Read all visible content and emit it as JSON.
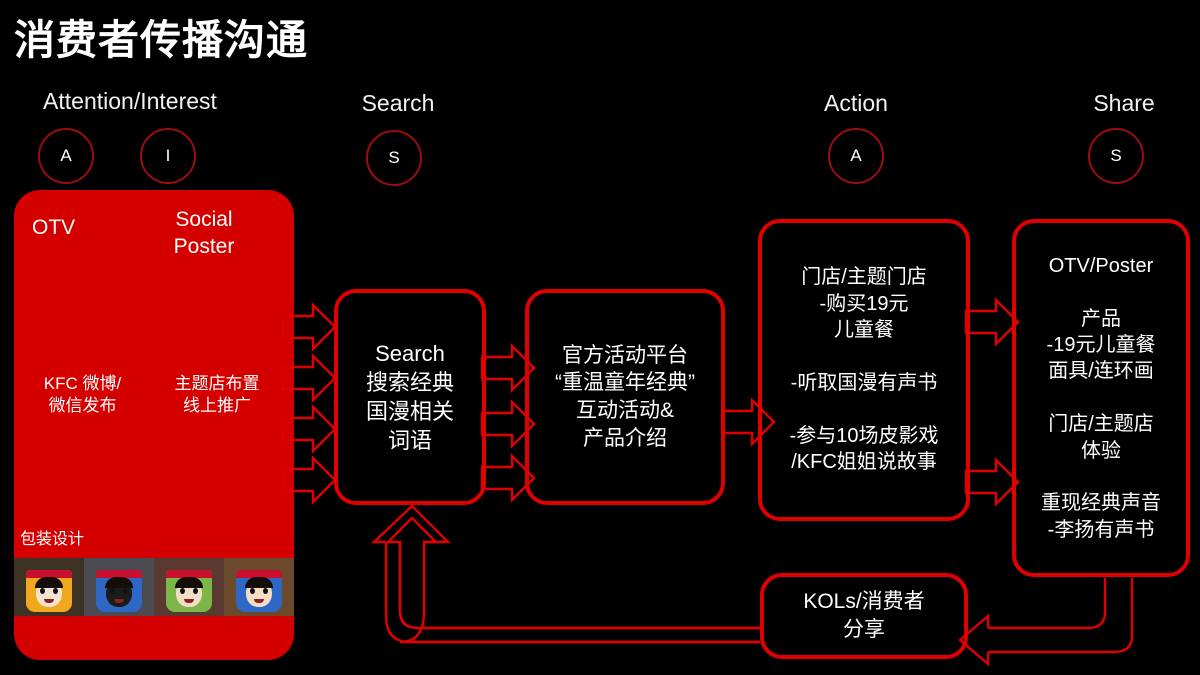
{
  "title": "消费者传播沟通",
  "colors": {
    "background": "#000000",
    "accent_red": "#e00000",
    "panel_red": "#d40000",
    "circle_stroke": "#9c0d0d",
    "text": "#ffffff"
  },
  "stages": [
    {
      "label": "Attention/Interest",
      "letters": [
        "A",
        "I"
      ]
    },
    {
      "label": "Search",
      "letters": [
        "S"
      ]
    },
    {
      "label": "Action",
      "letters": [
        "A"
      ]
    },
    {
      "label": "Share",
      "letters": [
        "S"
      ]
    }
  ],
  "panel": {
    "name": "attention-interest-panel",
    "items": [
      {
        "text": "OTV"
      },
      {
        "text": "Social\nPoster"
      },
      {
        "text": "KFC 微博/\n微信发布"
      },
      {
        "text": "主题店布置\n线上推广"
      },
      {
        "text": "包装设计"
      }
    ],
    "cups": [
      {
        "label": "cup-monkey",
        "cup_color": "#f0a81e",
        "face_color": "#f3e3cf",
        "bg": "#3b3224"
      },
      {
        "label": "cup-blackcat",
        "cup_color": "#2f67c4",
        "face_color": "#1b1b1b",
        "bg": "#4b4a50"
      },
      {
        "label": "cup-nezha",
        "cup_color": "#7ab648",
        "face_color": "#f2ddc6",
        "bg": "#5a3a30"
      },
      {
        "label": "cup-girl",
        "cup_color": "#2f67c4",
        "face_color": "#f6ddc6",
        "bg": "#6b4a2c"
      }
    ]
  },
  "nodes": {
    "search": {
      "text": "Search\n搜索经典\n国漫相关\n词语",
      "font_size": 22
    },
    "platform": {
      "text": "官方活动平台\n“重温童年经典”\n互动活动&\n产品介绍",
      "font_size": 21
    },
    "action": {
      "text": "门店/主题门店\n-购买19元\n儿童餐\n\n-听取国漫有声书\n\n-参与10场皮影戏\n/KFC姐姐说故事",
      "font_size": 20
    },
    "share": {
      "text": "OTV/Poster\n\n产品\n-19元儿童餐\n面具/连环画\n\n门店/主题店\n体验\n\n重现经典声音\n-李扬有声书",
      "font_size": 20
    },
    "kols": {
      "text": "KOLs/消费者\n分享",
      "font_size": 21
    }
  },
  "connectors": [
    {
      "name": "panel-to-search",
      "kind": "multi-arrow",
      "count": 4
    },
    {
      "name": "search-to-platform",
      "kind": "multi-arrow",
      "count": 3
    },
    {
      "name": "platform-to-action",
      "kind": "arrow",
      "count": 1
    },
    {
      "name": "action-to-share",
      "kind": "arrow",
      "count": 2
    },
    {
      "name": "kols-to-search",
      "kind": "elbow-arrow-up"
    },
    {
      "name": "share-to-kols",
      "kind": "elbow-arrow-left"
    }
  ]
}
